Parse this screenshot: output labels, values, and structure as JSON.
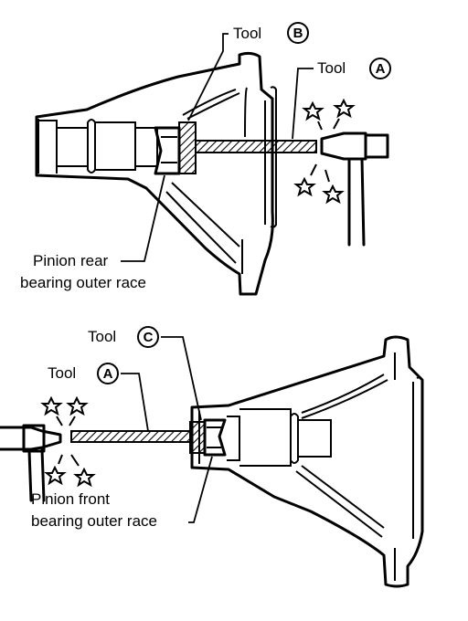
{
  "top_figure": {
    "tool_b_label": "Tool",
    "tool_b_letter": "B",
    "tool_a_label": "Tool",
    "tool_a_letter": "A",
    "race_line1": "Pinion rear",
    "race_line2": "bearing outer race"
  },
  "bottom_figure": {
    "tool_c_label": "Tool",
    "tool_c_letter": "C",
    "tool_a_label": "Tool",
    "tool_a_letter": "A",
    "race_line1": "Pinion front",
    "race_line2": "bearing outer race"
  }
}
